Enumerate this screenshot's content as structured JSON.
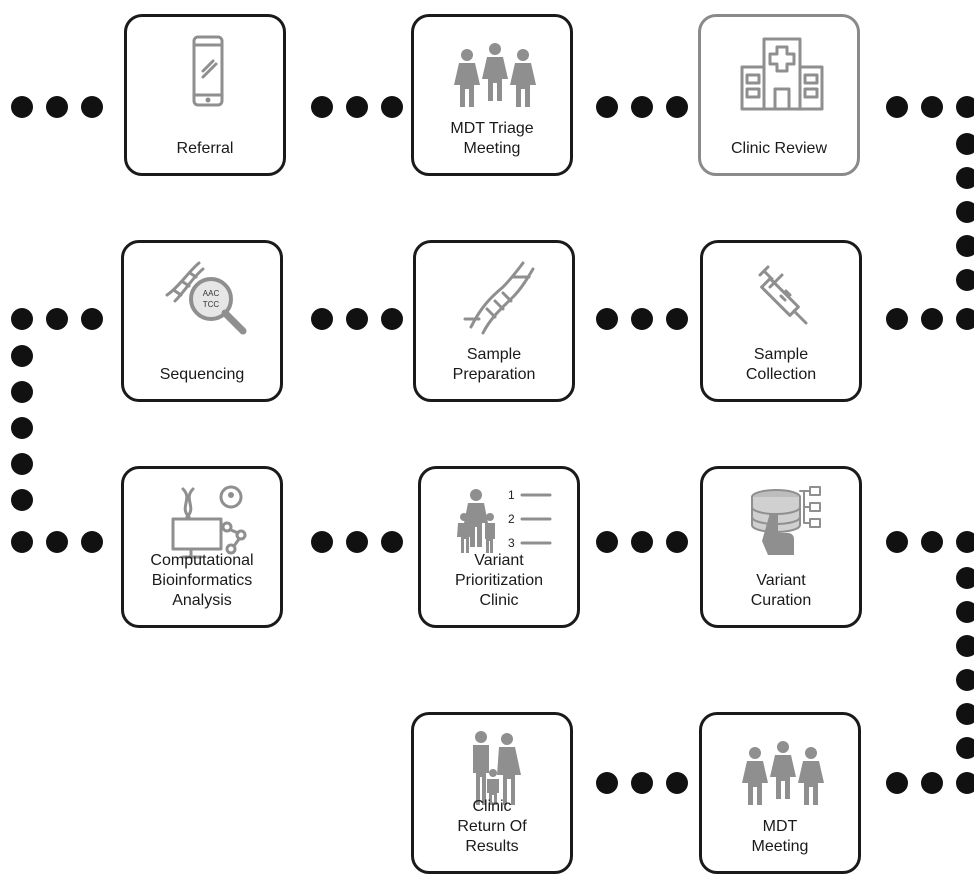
{
  "steps": [
    {
      "id": "referral",
      "label": "Referral",
      "icon": "smartphone-icon"
    },
    {
      "id": "mdt-triage",
      "label": "MDT Triage\nMeeting",
      "icon": "team-icon"
    },
    {
      "id": "clinic-review",
      "label": "Clinic Review",
      "icon": "hospital-icon"
    },
    {
      "id": "sequencing",
      "label": "Sequencing",
      "icon": "dna-magnifier-icon",
      "icon_text": [
        "AAC",
        "TCC"
      ]
    },
    {
      "id": "sample-prep",
      "label": "Sample\nPreparation",
      "icon": "dna-icon"
    },
    {
      "id": "sample-collection",
      "label": "Sample\nCollection",
      "icon": "syringe-icon"
    },
    {
      "id": "bioinformatics",
      "label": "Computational\nBioinformatics\nAnalysis",
      "icon": "computer-dna-icon"
    },
    {
      "id": "variant-prioritization",
      "label": "Variant\nPrioritization\nClinic",
      "icon": "family-ranked-list-icon",
      "icon_text": [
        "1",
        "2",
        "3"
      ]
    },
    {
      "id": "variant-curation",
      "label": "Variant\nCuration",
      "icon": "database-hand-icon"
    },
    {
      "id": "return-results",
      "label": "Clinic\nReturn Of\nResults",
      "icon": "family-icon"
    },
    {
      "id": "mdt-meeting",
      "label": "MDT\nMeeting",
      "icon": "team-icon"
    }
  ],
  "colors": {
    "border": "#1a1a1a",
    "border_highlight": "#8a8a8a",
    "icon": "#8f8f8f",
    "dot": "#111111"
  }
}
